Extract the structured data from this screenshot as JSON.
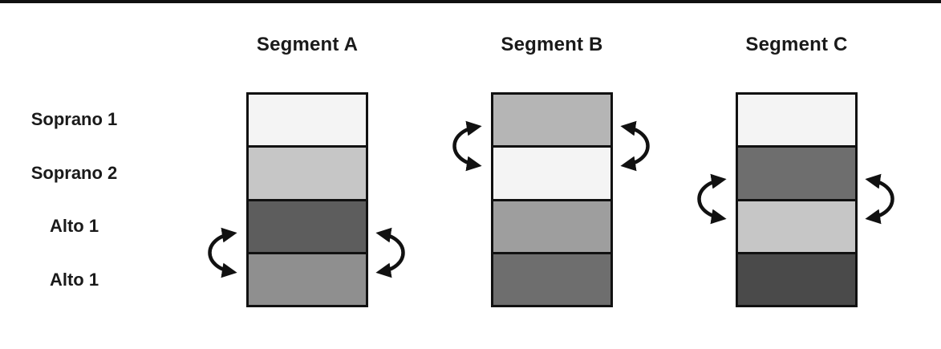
{
  "diagram": {
    "title": "",
    "row_labels": [
      "Soprano 1",
      "Soprano 2",
      "Alto 1",
      "Alto 1"
    ],
    "segments": [
      {
        "title": "Segment A",
        "row_colors": [
          "#f4f4f4",
          "#c6c6c6",
          "#5d5d5d",
          "#8f8f8f"
        ],
        "swap_between_rows": "3-4"
      },
      {
        "title": "Segment B",
        "row_colors": [
          "#b5b5b5",
          "#f4f4f4",
          "#9e9e9e",
          "#6e6e6e"
        ],
        "swap_between_rows": "1-2"
      },
      {
        "title": "Segment C",
        "row_colors": [
          "#f4f4f4",
          "#6e6e6e",
          "#c6c6c6",
          "#4a4a4a"
        ],
        "swap_between_rows": "2-3"
      }
    ],
    "icons": {
      "swap_arrow": "curved double-headed swap arrow"
    },
    "colors": {
      "line": "#111111",
      "background": "#ffffff"
    }
  }
}
